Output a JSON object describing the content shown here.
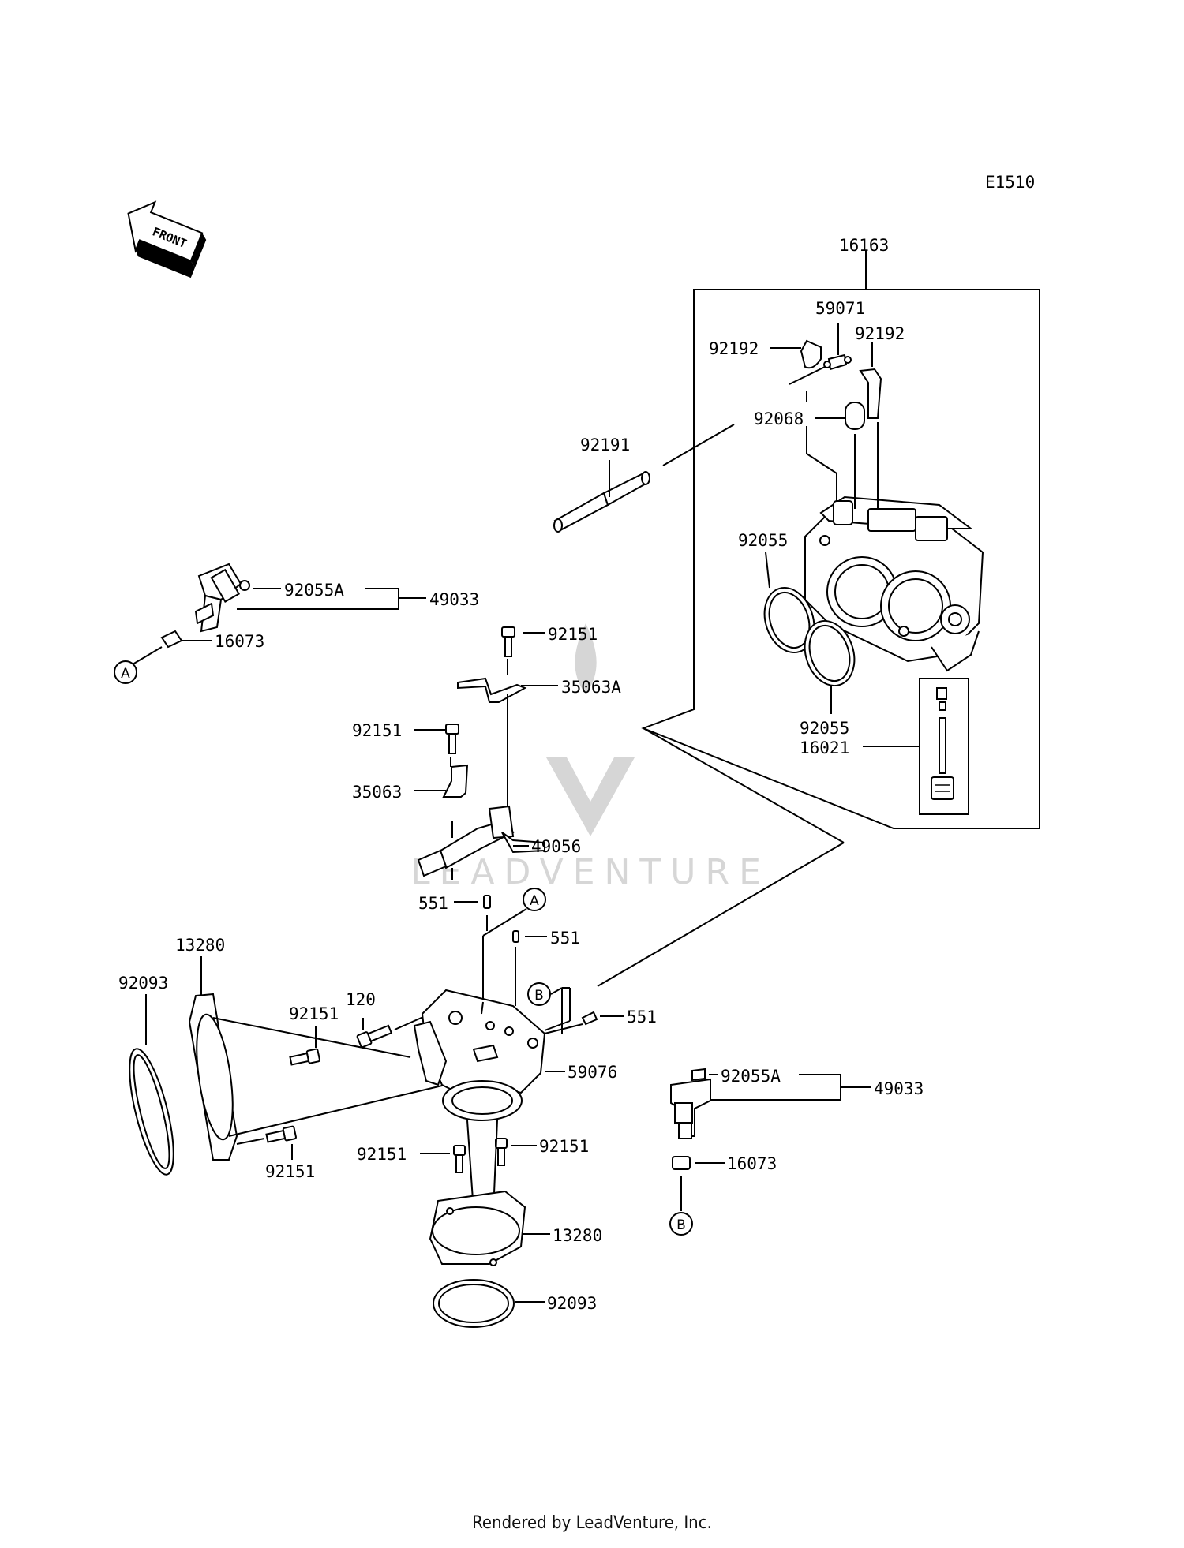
{
  "diagram_code": "E1510",
  "front_arrow_label": "FRONT",
  "watermark": "LEADVENTURE",
  "callouts": {
    "A": "A",
    "B": "B"
  },
  "labels": {
    "p16163": "16163",
    "p59071": "59071",
    "p92192a": "92192",
    "p92192b": "92192",
    "p92068": "92068",
    "p92191": "92191",
    "p92055a": "92055",
    "p92055b": "92055",
    "p16021": "16021",
    "p92055A_top": "92055A",
    "p49033_top": "49033",
    "p16073_top": "16073",
    "p92151_a": "92151",
    "p35063A": "35063A",
    "p92151_b": "92151",
    "p35063": "35063",
    "p49056": "49056",
    "p551_a": "551",
    "p551_b": "551",
    "p551_c": "551",
    "p120": "120",
    "p92151_c": "92151",
    "p13280_a": "13280",
    "p92093_a": "92093",
    "p59076": "59076",
    "p92151_d": "92151",
    "p92151_e": "92151",
    "p92151_f": "92151",
    "p13280_b": "13280",
    "p92093_b": "92093",
    "p92055A_bot": "92055A",
    "p49033_bot": "49033",
    "p16073_bot": "16073"
  },
  "footer": "Rendered by LeadVenture, Inc."
}
